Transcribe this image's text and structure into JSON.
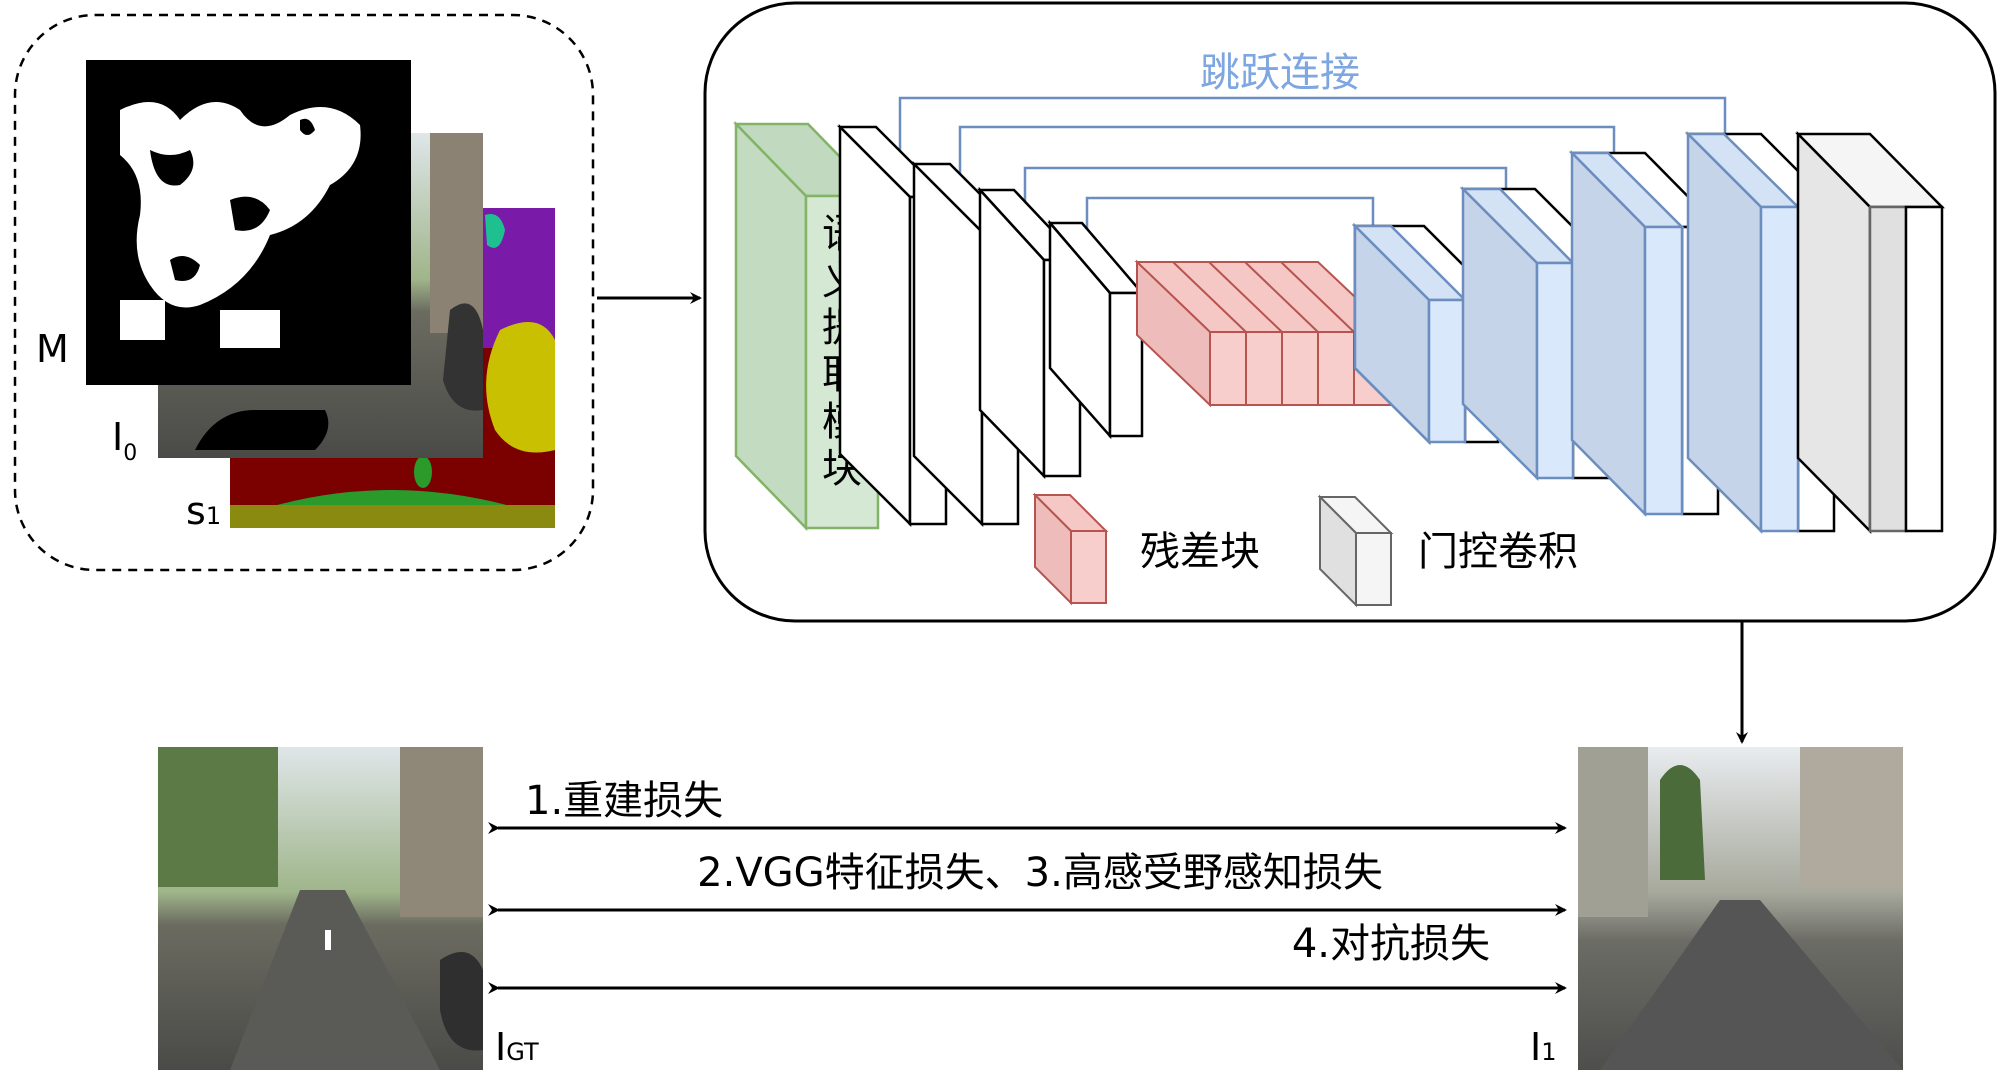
{
  "inputs": {
    "mask_label": "M",
    "image_label_main": "I",
    "image_label_sub": "0",
    "semantic_label_main": "s",
    "semantic_label_sub": "1"
  },
  "network": {
    "skip_connection_label": "跳跃连接",
    "semantic_module_label": [
      "语",
      "义",
      "提",
      "取",
      "模",
      "块"
    ],
    "legend": {
      "residual_block": "残差块",
      "gated_conv": "门控卷积"
    }
  },
  "outputs": {
    "ground_truth_main": "I",
    "ground_truth_sub": "GT",
    "result_main": "I",
    "result_sub": "1"
  },
  "losses": {
    "loss1": "1.重建损失",
    "loss23": "2.VGG特征损失、3.高感受野感知损失",
    "loss4": "4.对抗损失"
  },
  "colors": {
    "green_module_fill": "#d5e8d4",
    "green_module_stroke": "#82b366",
    "residual_fill": "#f8cecc",
    "residual_stroke": "#b85450",
    "decoder_blue_fill": "#dae8fc",
    "decoder_blue_stroke": "#6c8ebf",
    "skip_line": "#6c8ebf",
    "skip_label": "#7ea6e0",
    "gated_gray_fill": "#f5f5f5",
    "gated_gray_stroke": "#666666"
  }
}
